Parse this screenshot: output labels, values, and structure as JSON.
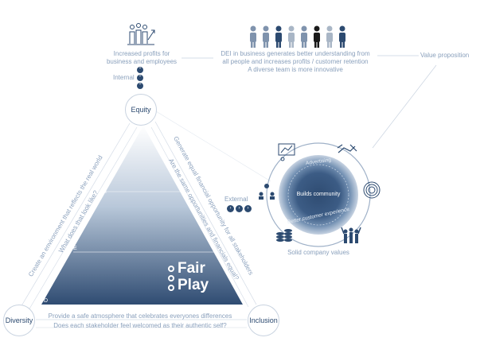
{
  "profits": {
    "line1": "Increased profits for",
    "line2": "business and employees"
  },
  "internal_label": "Internal",
  "dei": {
    "line1": "DEI in business generates better understanding from",
    "line2": "all people and increases profits / customer retention",
    "line3": "A diverse team is more innovative"
  },
  "value_prop": "Value proposition",
  "nodes": {
    "equity": "Equity",
    "diversity": "Diversity",
    "inclusion": "Inclusion"
  },
  "left_edge": {
    "line1": "Create an environment that reflects the real world",
    "line2": "What does that look like?"
  },
  "right_edge": {
    "line1": "Generate equal financial opportunity for all stakeholders",
    "line2": "Are the same opportunities and financials equal?"
  },
  "bottom_edge": {
    "line1": "Provide a safe atmosphere that celebrates everyones differences",
    "line2": "Does each stakeholder feel welcomed as their authentic self?"
  },
  "pyramid_letters": {
    "i": "I",
    "e": "E",
    "d": "D"
  },
  "logo": {
    "line1": "Fair",
    "line2": "Play"
  },
  "external_label": "External",
  "wheel": {
    "top": "Advertising",
    "center": "Builds community",
    "bottom": "Better customer experience",
    "caption": "Solid company values"
  },
  "colors": {
    "navy": "#2c4a70",
    "muted": "#8aa0bc",
    "pyramid_top": "#ffffff",
    "pyramid_bottom": "#2f4c72"
  }
}
